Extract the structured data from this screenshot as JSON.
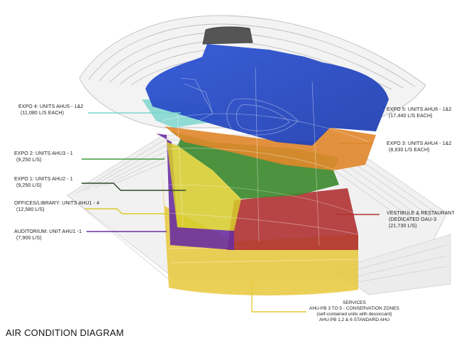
{
  "title": "AIR CONDITION DIAGRAM",
  "labels": {
    "expo4": {
      "main": "EXPO 4: UNITS AHU5 - 1&2",
      "sub": "(11,080 L/S EACH)",
      "color": "#7fd6cf"
    },
    "expo2": {
      "main": "EXPO 2: UNITS AHU3 - 1",
      "sub": "(9,250 L/S)",
      "color": "#3f9a3f"
    },
    "expo1": {
      "main": "EXPO 1: UNITS AHU2 - 1",
      "sub": "(9,250 L/S)",
      "color": "#2f4a2a"
    },
    "offices": {
      "main": "OFFICES/LIBRARY: UNITS AHU1 - 4",
      "sub": "(12,580 L/S)",
      "color": "#d7cc2a"
    },
    "auditorium": {
      "main": "AUDITORIUM: UNIT AHU1 -1",
      "sub": "(7,900 L/S)",
      "color": "#6a2fa0"
    },
    "expo5": {
      "main": "EXPO 5: UNITS AHU6 - 1&2",
      "sub": "(17,440 L/S EACH)",
      "color": "#2a4fc4"
    },
    "expo3": {
      "main": "EXPO 3: UNITS AHU4 - 1&2",
      "sub": "(8,930 L/S EACH)",
      "color": "#e0862a"
    },
    "vestibule": {
      "main": "VESTIBULE & RESTAURANT",
      "sub1": "(DEDICATED OAU-3",
      "sub2": "(21,730 L/S)",
      "color": "#b03232"
    },
    "services": {
      "main": "SERVICES",
      "l1": "AHU-PB 3 TO 5 - CONSERVATION ZONES",
      "l2": "(self-contained units with dessiccant)",
      "l3": "AHU-PB 1,2 & 6 STANDARD AHU",
      "color": "#e8c83a"
    }
  }
}
